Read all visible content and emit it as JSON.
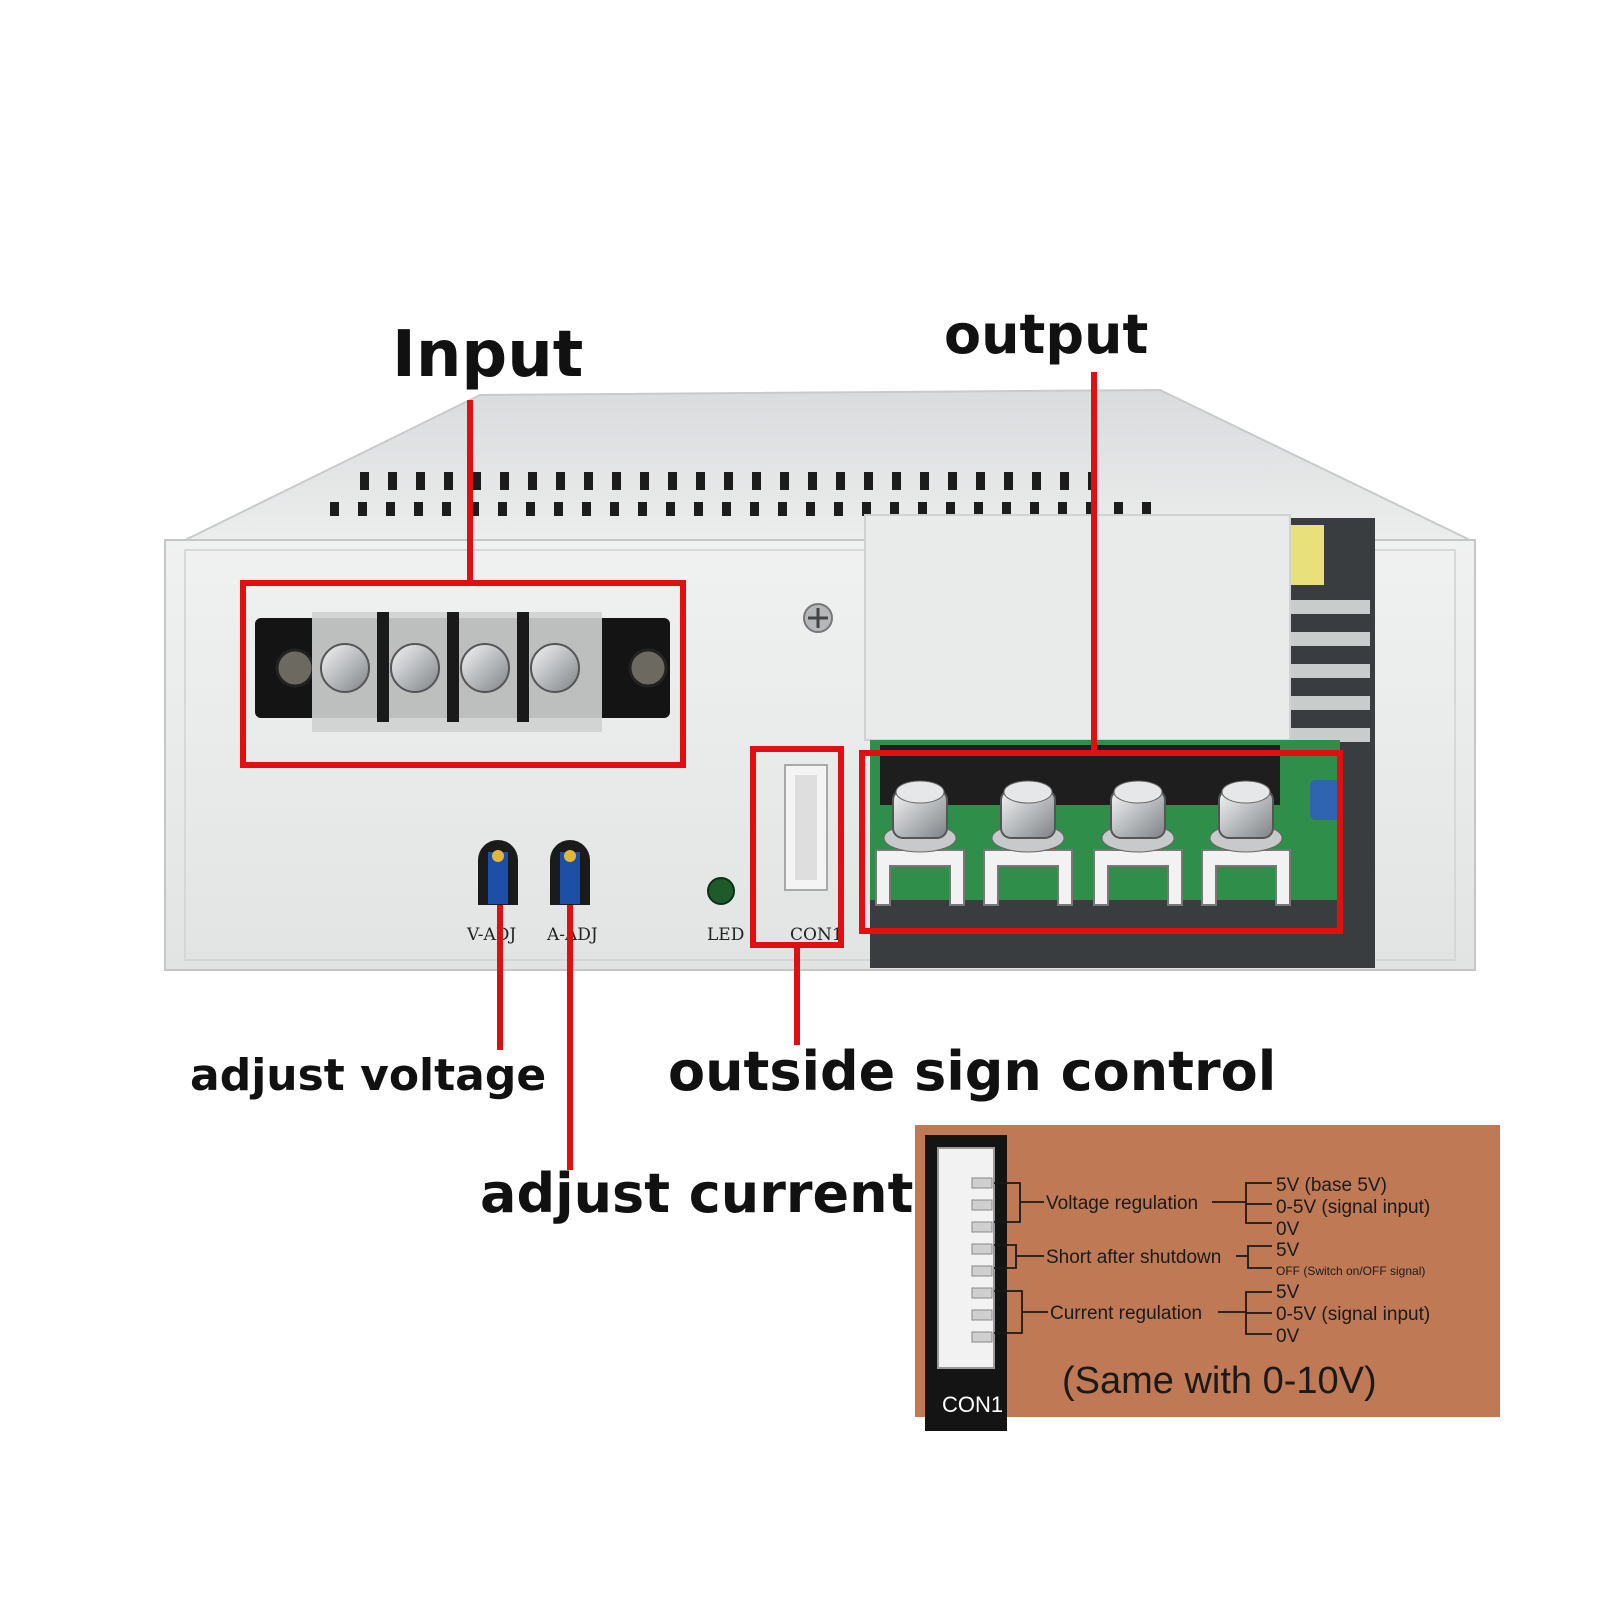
{
  "callouts": {
    "input": "Input",
    "output": "output",
    "adjust_voltage": "adjust voltage",
    "adjust_current": "adjust current",
    "outside_sign_control": "outside sign control"
  },
  "panel_labels": {
    "v_adj": "V-ADJ",
    "a_adj": "A-ADJ",
    "led": "LED",
    "con1": "CON1"
  },
  "inset": {
    "connector_label": "CON1",
    "groups": [
      {
        "name": "Voltage regulation",
        "pins": [
          "5V (base 5V)",
          "0-5V (signal input)",
          "0V"
        ]
      },
      {
        "name": "Short after shutdown",
        "pins": [
          "5V",
          "OFF (Switch on/OFF signal)"
        ]
      },
      {
        "name": "Current regulation",
        "pins": [
          "5V",
          "0-5V (signal input)",
          "0V"
        ]
      }
    ],
    "note": "(Same with 0-10V)"
  },
  "colors": {
    "highlight": "#e01010",
    "case": "#e6e8e8",
    "inset_bg": "#bf7a55",
    "pcb": "#2f8f4a"
  }
}
